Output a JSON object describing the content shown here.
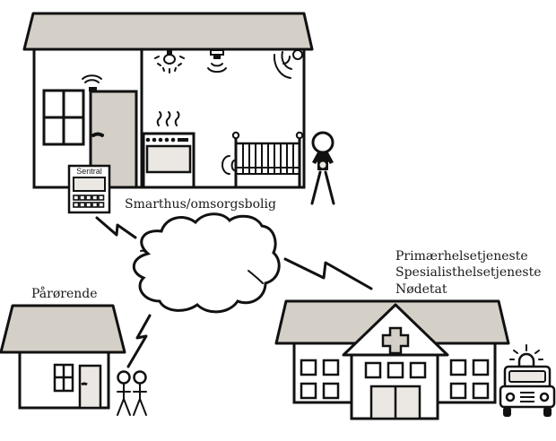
{
  "colors": {
    "roof": "#d4cfc7",
    "door": "#d4cfc7",
    "panel": "#ebe8e3",
    "line": "#111111",
    "background": "#ffffff"
  },
  "smarthouse": {
    "label": "Smarthus/omsorgsbolig",
    "central_unit_label": "Sentral",
    "devices": [
      "ceiling-light-sensor-icon",
      "motion-detector-icon",
      "smoke-alarm-icon",
      "door-sensor-icon",
      "stove-icon",
      "cot-sensor-icon"
    ],
    "resident": "person-with-alarm-icon"
  },
  "cloud": {
    "name": "network-cloud"
  },
  "relatives": {
    "label": "Pårørende"
  },
  "services": {
    "lines": [
      "Primærhelsetjeneste",
      "Spesialisthelsetjeneste",
      "Nødetat"
    ]
  }
}
